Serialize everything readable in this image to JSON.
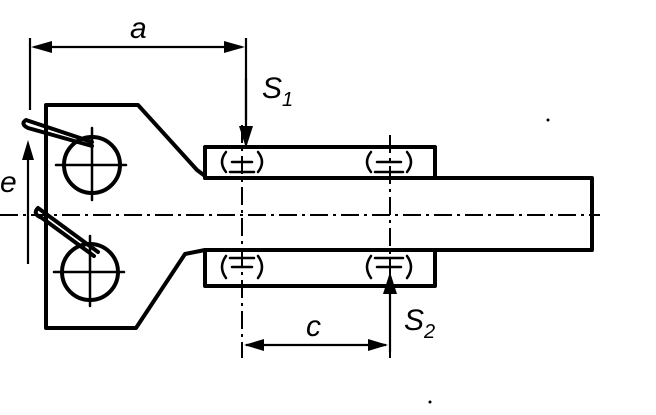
{
  "labels": {
    "a": "a",
    "s1": "S",
    "s1_sub": "1",
    "s2": "S",
    "s2_sub": "2",
    "c": "c",
    "e": "e"
  }
}
